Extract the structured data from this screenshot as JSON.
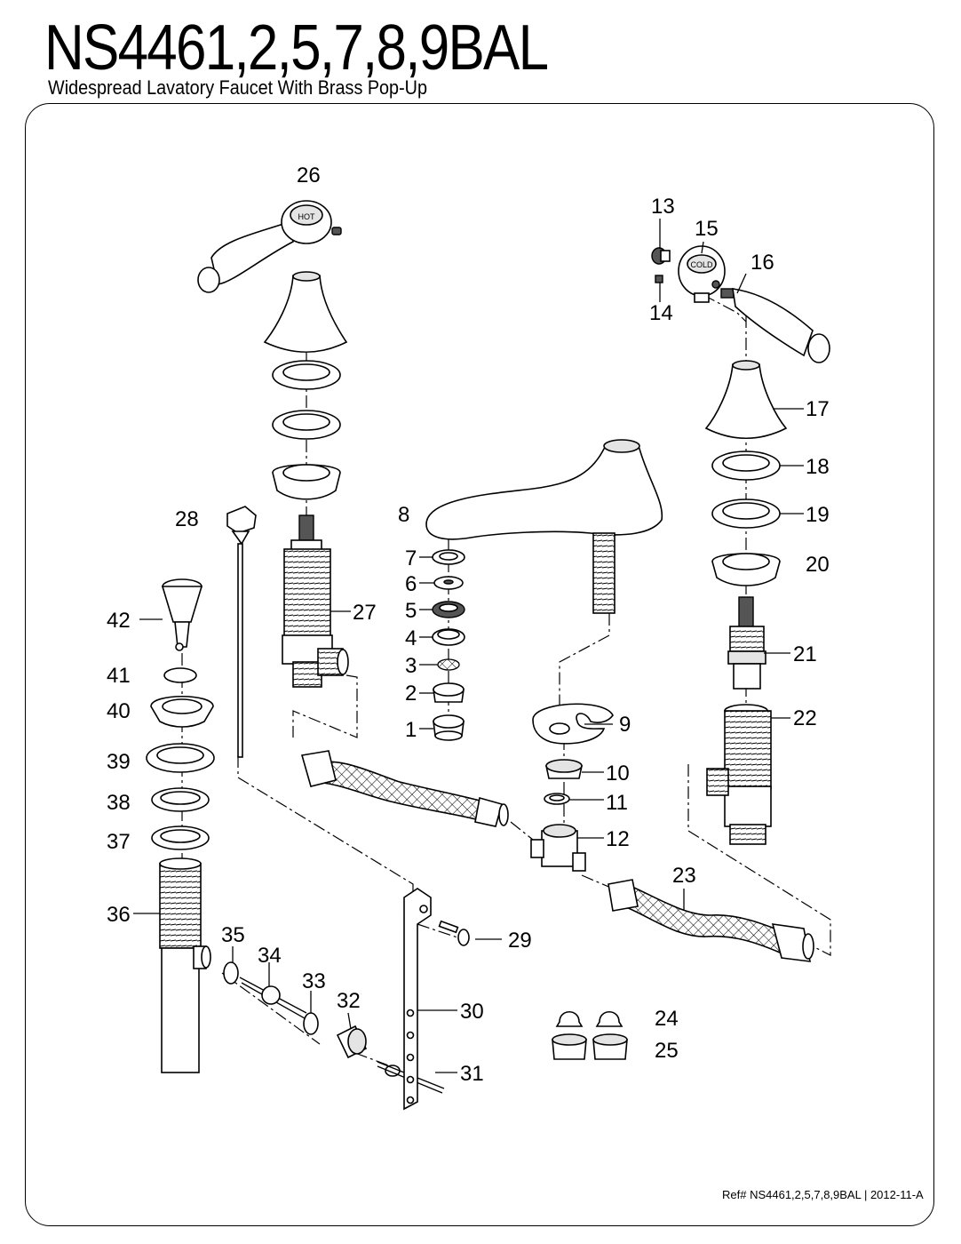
{
  "header": {
    "model": "NS4461,2,5,7,8,9BAL",
    "description": "Widespread Lavatory Faucet With Brass Pop-Up"
  },
  "footer": {
    "reference": "Ref# NS4461,2,5,7,8,9BAL | 2012-11-A"
  },
  "handle_labels": {
    "hot": "HOT",
    "cold": "COLD"
  },
  "part_numbers": [
    "1",
    "2",
    "3",
    "4",
    "5",
    "6",
    "7",
    "8",
    "9",
    "10",
    "11",
    "12",
    "13",
    "14",
    "15",
    "16",
    "17",
    "18",
    "19",
    "20",
    "21",
    "22",
    "23",
    "24",
    "25",
    "26",
    "27",
    "28",
    "29",
    "30",
    "31",
    "32",
    "33",
    "34",
    "35",
    "36",
    "37",
    "38",
    "39",
    "40",
    "41",
    "42"
  ]
}
